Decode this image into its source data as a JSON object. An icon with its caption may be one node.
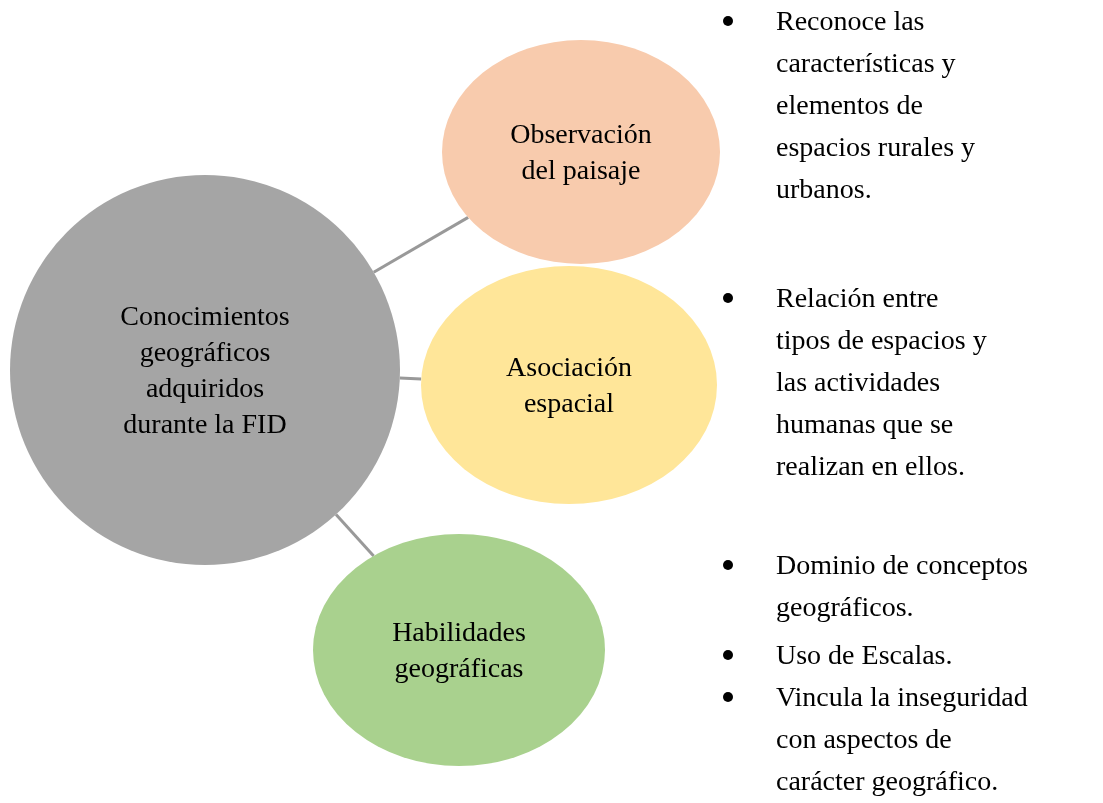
{
  "diagram": {
    "nodes": [
      {
        "text": [
          "Conocimientos geográficos adquiridos durante la FID"
        ]
      },
      {
        "text": [
          "Observación del paisaje"
        ]
      },
      {
        "text": [
          "Asociación espacial"
        ]
      },
      {
        "text": [
          "Habilidades geográficas"
        ]
      }
    ],
    "edges": [
      {
        "from": 0,
        "to": 1,
        "arrow": "none"
      },
      {
        "from": 0,
        "to": 2,
        "arrow": "none"
      },
      {
        "from": 0,
        "to": 3,
        "arrow": "none"
      }
    ],
    "labels": [
      "Reconoce las características y elementos de espacios rurales y urbanos.",
      "Relación entre tipos de espacios y las actividades humanas que se realizan en ellos.",
      "Dominio de conceptos geográficos.",
      "Uso de Escalas.",
      "Vincula la inseguridad con aspectos de carácter geográfico."
    ]
  }
}
